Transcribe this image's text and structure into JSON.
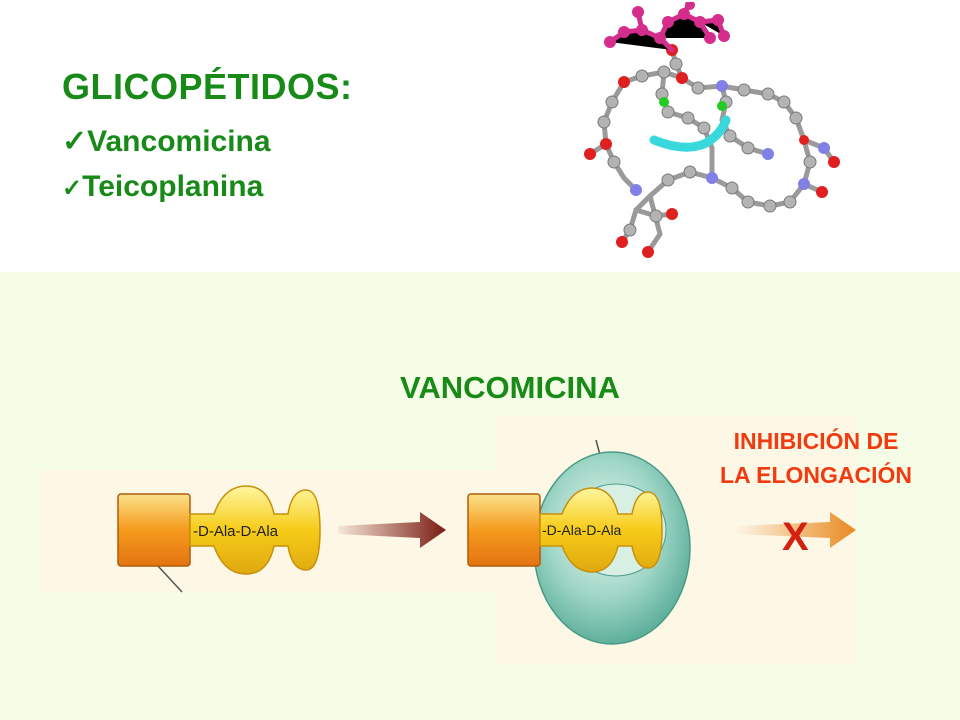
{
  "heading": "GLICOPÉTIDOS:",
  "list": [
    {
      "check": "✓",
      "label": "Vancomicina"
    },
    {
      "check": "✓",
      "label": "Teicoplanina"
    }
  ],
  "vancomicina_label": "VANCOMICINA",
  "inhibition": [
    "INHIBICIÓN  DE",
    "LA ELONGACIÓN"
  ],
  "peptide_label": "-D-Ala-D-Ala",
  "blocked_mark": "X",
  "colors": {
    "title_green": "#188a18",
    "inhibition_red": "#f23a10",
    "panel_bg": "#f6fde6",
    "block_orange": "#f7a320",
    "peptide_yellow": "#f6cc18",
    "vanco_teal": "#7ec8b4"
  }
}
